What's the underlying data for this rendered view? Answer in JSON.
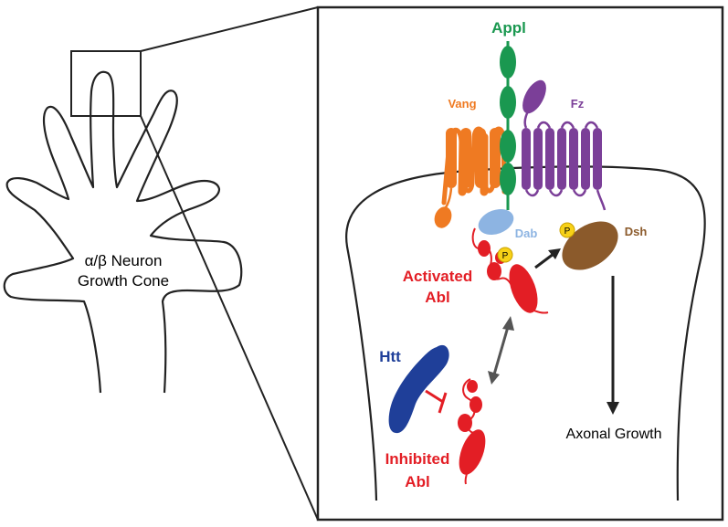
{
  "colors": {
    "appl": "#1a9850",
    "vang": "#ef7a22",
    "fz": "#7b3f98",
    "dab": "#8db4e2",
    "dsh": "#8b5a2b",
    "abl": "#e31e25",
    "htt": "#1f3f99",
    "phospho": "#f7d117",
    "outline": "#222222"
  },
  "left_panel": {
    "growth_cone_label_line1": "α/β Neuron",
    "growth_cone_label_line2": "Growth Cone"
  },
  "right_panel": {
    "labels": {
      "appl": "Appl",
      "vang": "Vang",
      "fz": "Fz",
      "dab": "Dab",
      "dsh": "Dsh",
      "activated_abl_line1": "Activated",
      "activated_abl_line2": "Abl",
      "htt": "Htt",
      "inhibited_abl_line1": "Inhibited",
      "inhibited_abl_line2": "Abl",
      "axonal_growth": "Axonal Growth",
      "phospho_abl": "P",
      "phospho_dsh": "P"
    }
  }
}
